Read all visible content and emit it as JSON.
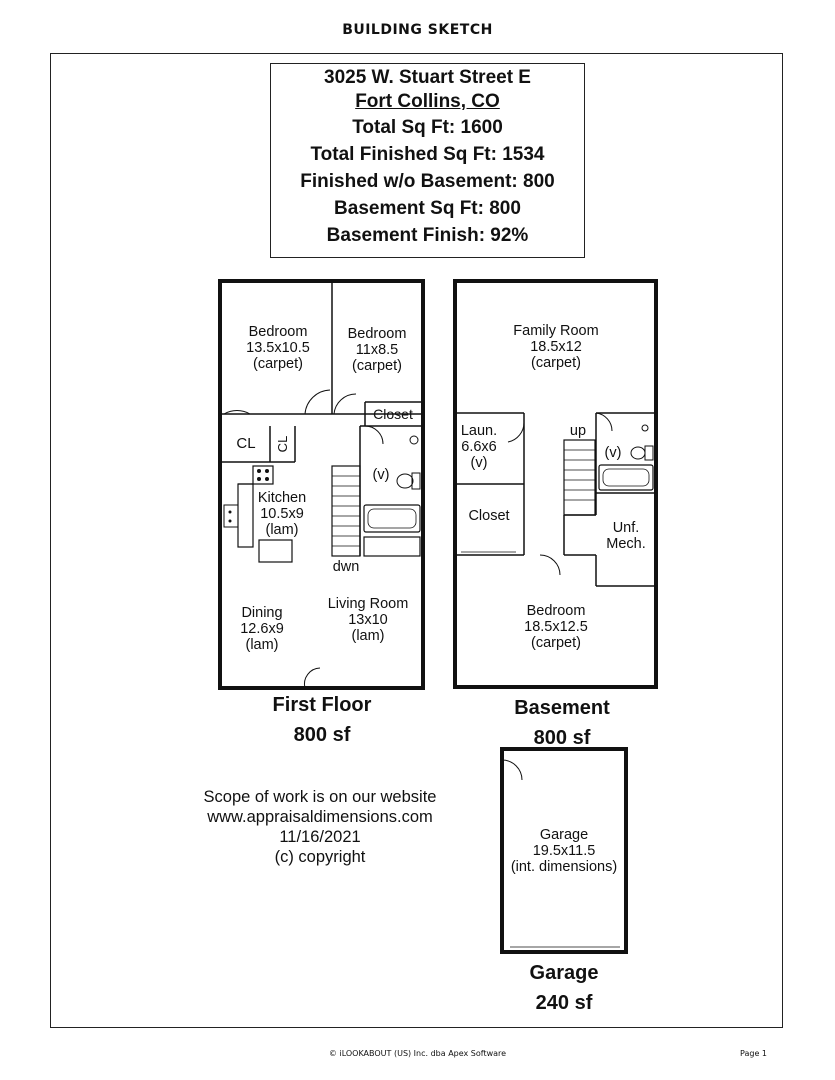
{
  "header": {
    "title": "BUILDING SKETCH"
  },
  "summary": {
    "address": "3025 W. Stuart Street E",
    "city": "Fort Collins, CO",
    "total_sqft": "Total Sq Ft: 1600",
    "total_finished": "Total Finished Sq Ft: 1534",
    "finished_wo_basement": "Finished w/o Basement: 800",
    "basement_sqft": "Basement Sq Ft: 800",
    "basement_finish": "Basement Finish: 92%"
  },
  "first_floor": {
    "label": "First Floor",
    "area": "800 sf",
    "rooms": {
      "bedroom1": [
        "Bedroom",
        "13.5x10.5",
        "(carpet)"
      ],
      "bedroom2": [
        "Bedroom",
        "11x8.5",
        "(carpet)"
      ],
      "closet": "Closet",
      "cl1": "CL",
      "cl2": "CL",
      "vent": "(v)",
      "kitchen": [
        "Kitchen",
        "10.5x9",
        "(lam)"
      ],
      "stairs": "dwn",
      "dining": [
        "Dining",
        "12.6x9",
        "(lam)"
      ],
      "living": [
        "Living Room",
        "13x10",
        "(lam)"
      ]
    }
  },
  "basement": {
    "label": "Basement",
    "area": "800 sf",
    "rooms": {
      "family": [
        "Family Room",
        "18.5x12",
        "(carpet)"
      ],
      "laundry": [
        "Laun.",
        "6.6x6",
        "(v)"
      ],
      "stairs": "up",
      "vent": "(v)",
      "closet": "Closet",
      "mech": [
        "Unf.",
        "Mech."
      ],
      "bedroom": [
        "Bedroom",
        "18.5x12.5",
        "(carpet)"
      ]
    }
  },
  "garage": {
    "label": "Garage",
    "area": "240 sf",
    "room": [
      "Garage",
      "19.5x11.5",
      "(int. dimensions)"
    ]
  },
  "notes": {
    "line1": "Scope of work is on our website",
    "line2": "www.appraisaldimensions.com",
    "line3": "11/16/2021",
    "line4": "(c) copyright"
  },
  "footer": {
    "credit": "© iLOOKABOUT (US) Inc. dba Apex Software",
    "page": "Page 1"
  }
}
